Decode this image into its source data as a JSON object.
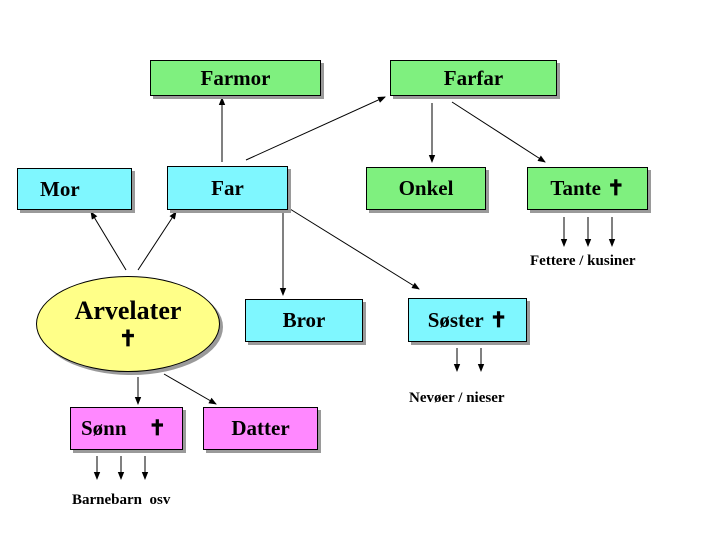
{
  "cross_symbol": "✝",
  "nodes": {
    "farmor": "Farmor",
    "farfar": "Farfar",
    "mor": "Mor",
    "far": "Far",
    "onkel": "Onkel",
    "tante": "Tante",
    "bror": "Bror",
    "soster": "Søster",
    "arvelater": "Arvelater",
    "sonn": "Sønn",
    "datter": "Datter"
  },
  "notes": {
    "fettere": "Fettere / kusiner",
    "nevoer": "Nevøer / nieser",
    "barnebarn": "Barnebarn  osv"
  },
  "colors": {
    "green_box": "#7ff07f",
    "cyan_box": "#7ff7ff",
    "pink_box": "#ff88ff",
    "yellow_ellipse": "#ffff88"
  }
}
